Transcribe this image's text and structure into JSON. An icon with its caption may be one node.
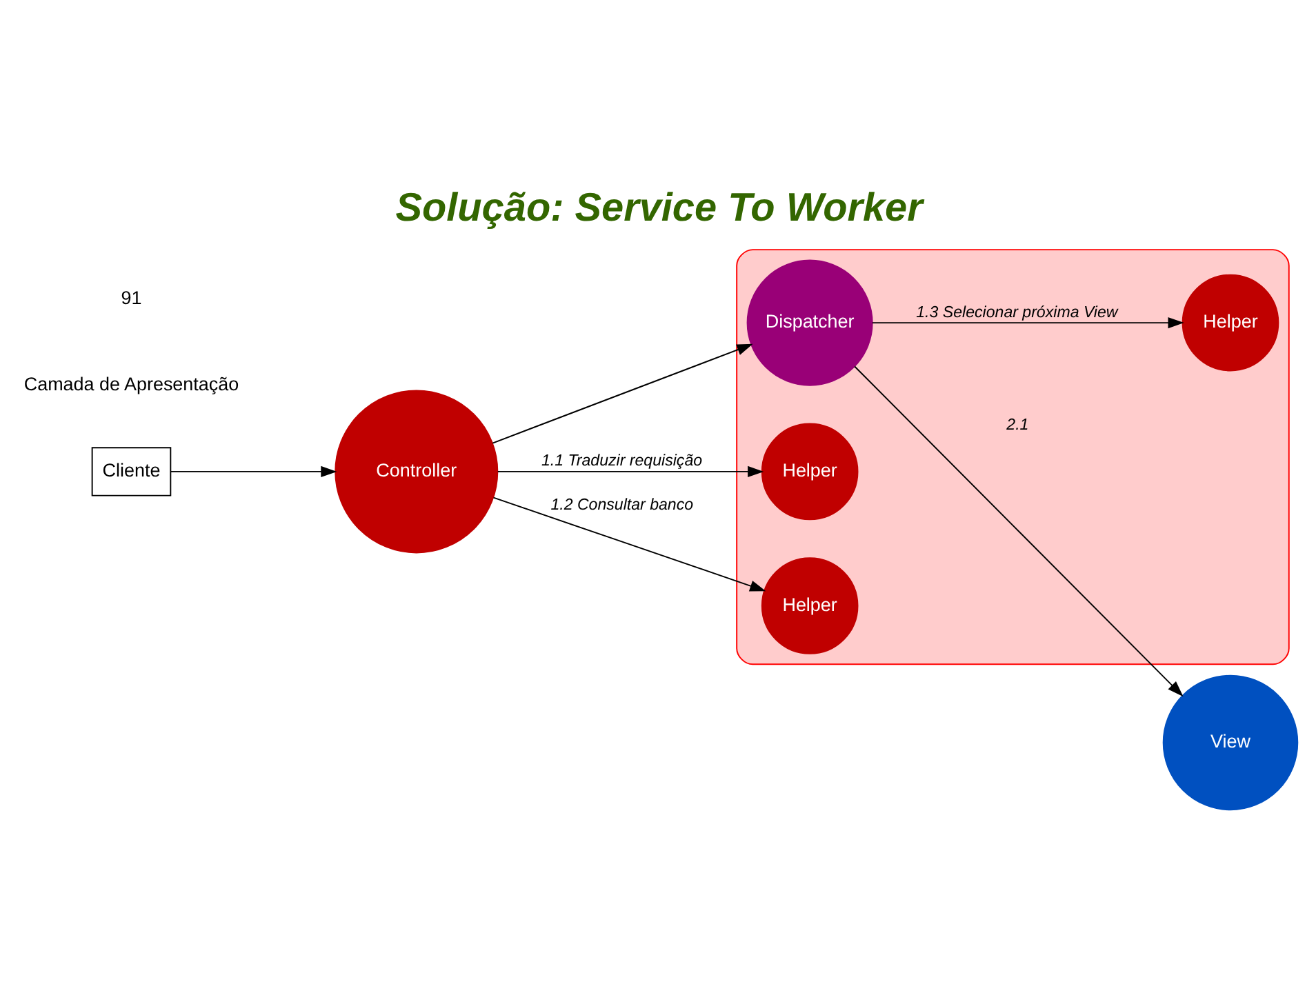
{
  "diagram": {
    "title": "Solução: Service To Worker",
    "nodes": [
      {
        "text": [],
        "shape": "cloud"
      },
      {
        "text": [
          "View"
        ]
      },
      {
        "text": [
          "Helper"
        ],
        "in": 0
      },
      {
        "text": [
          "Dispatcher"
        ],
        "in": 0
      },
      {
        "text": [
          "Helper"
        ],
        "in": 0
      },
      {
        "text": [
          "Controller"
        ]
      },
      {
        "text": [
          "Cliente"
        ]
      },
      {
        "text": [
          "Helper"
        ],
        "in": 0
      }
    ],
    "edges": [
      {
        "from": 6,
        "to": 5,
        "arrow": "to"
      },
      {
        "from": 5,
        "to": 3,
        "arrow": "to"
      },
      {
        "from": 3,
        "to": 1,
        "arrow": "to",
        "label": "2.1"
      },
      {
        "from": 3,
        "to": 2,
        "arrow": "to",
        "label": "1.3 Selecionar próxima View"
      },
      {
        "from": 5,
        "to": 4,
        "arrow": "to",
        "label": "1.1 Traduzir requisição"
      },
      {
        "from": 5,
        "to": 7,
        "arrow": "to",
        "label": "1.2 Consultar banco"
      }
    ],
    "labels": [
      "Camada de Apresentação",
      "91"
    ]
  }
}
